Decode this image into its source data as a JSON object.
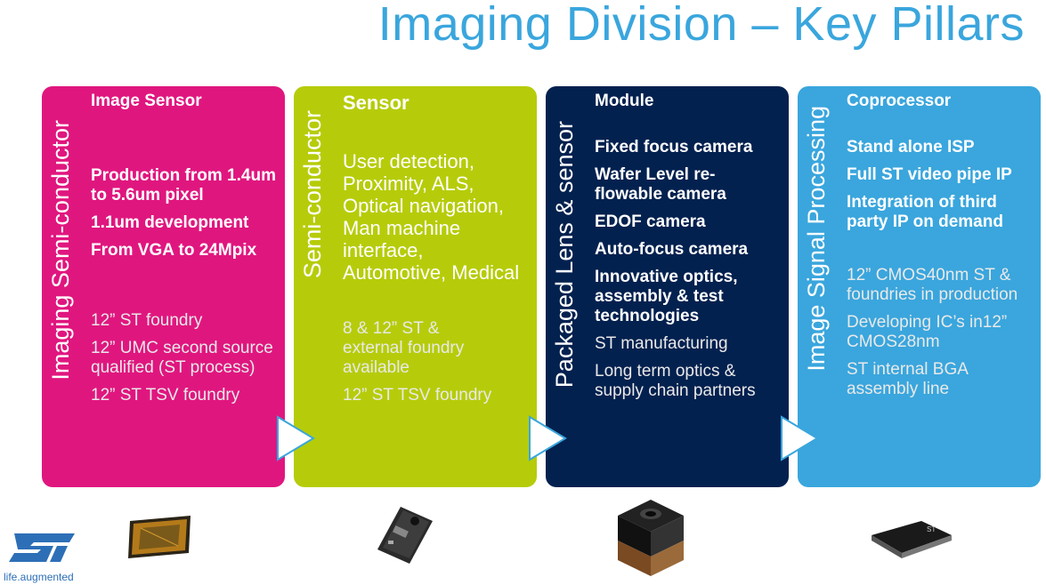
{
  "title": "Imaging Division – Key Pillars",
  "colors": {
    "title": "#3aa6dd",
    "pink": "#e0167f",
    "lime": "#b6cc0a",
    "navy": "#03214f",
    "blue": "#3aa6dd"
  },
  "pillars": [
    {
      "vertical": "Imaging Semi-conductor",
      "heading": "Image Sensor",
      "primary": [
        "Production from 1.4um to 5.6um pixel",
        "1.1um development",
        "From VGA to 24Mpix"
      ],
      "secondary": [
        "12” ST foundry",
        "12” UMC second source qualified (ST process)",
        "12” ST TSV foundry"
      ]
    },
    {
      "vertical": "Semi-conductor",
      "heading": "Sensor",
      "primary": [
        "User detection, Proximity, ALS, Optical navigation, Man machine interface, Automotive, Medical"
      ],
      "secondary": [
        "8 & 12” ST & external foundry available",
        "12” ST TSV foundry"
      ]
    },
    {
      "vertical": "Packaged Lens & sensor",
      "heading": "Module",
      "primary": [
        "Fixed focus camera",
        "Wafer Level re-flowable camera",
        "EDOF camera",
        "Auto-focus camera",
        "Innovative optics, assembly & test technologies"
      ],
      "secondary": [
        "ST manufacturing",
        "Long term optics & supply chain partners"
      ]
    },
    {
      "vertical": "Image Signal Processing",
      "heading": "Coprocessor",
      "primary": [
        "Stand alone ISP",
        "Full ST video pipe IP",
        "Integration of third party IP on demand"
      ],
      "secondary": [
        "12” CMOS40nm ST & foundries in production",
        "Developing IC’s in12” CMOS28nm",
        "ST internal BGA assembly line"
      ]
    }
  ],
  "logo": {
    "brand": "ST",
    "tagline": "life.augmented"
  }
}
